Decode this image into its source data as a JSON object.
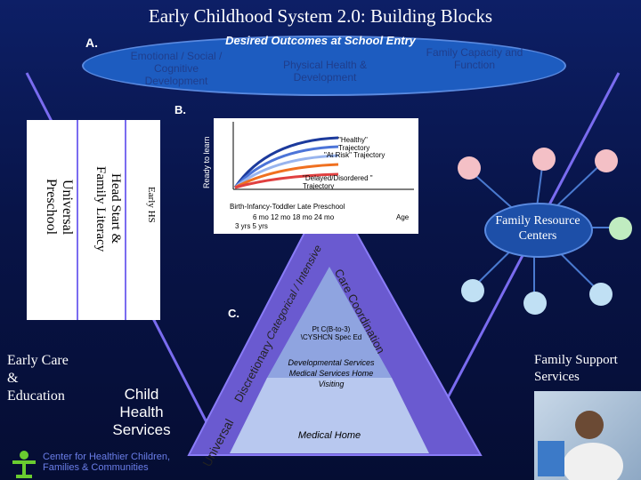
{
  "title": "Early Childhood System 2.0: Building Blocks",
  "section_labels": {
    "a": "A.",
    "b": "B.",
    "c": "C."
  },
  "outcomes": {
    "header": "Desired Outcomes at School Entry",
    "emotional": "Emotional / Social / Cognitive Development",
    "physical": "Physical Health & Development",
    "family": "Family Capacity and Function"
  },
  "pillars": {
    "universal_preschool": "Universal Preschool",
    "head_start": "Head Start & Family Literacy",
    "early_hs": "Early HS"
  },
  "chart": {
    "ylabel": "Ready to learn",
    "healthy": "\"Healthy\" Trajectory",
    "at_risk": "\"At Risk\" Trajectory",
    "delayed": "\"Delayed/Disordered \" Trajectory",
    "stages": "Birth-Infancy-Toddler    Late Preschool",
    "ages_top": "6 mo   12 mo   18 mo        24 mo",
    "ages_bottom": "3 yrs           5 yrs",
    "age_label": "Age"
  },
  "triangle": {
    "tier_care": "Care Coordination",
    "tier_categorical": "Categorical / Intensive",
    "tier_discretionary": "Discretionary",
    "tier_universal": "Universal",
    "top_text": "Pt C(B-to-3) \\CYSHCN Spec Ed",
    "middle_text": "Developmental Services Medical Services Home Visiting",
    "bottom_text": "Medical Home"
  },
  "left_labels": {
    "early_care": "Early Care & Education",
    "child_health": "Child Health Services"
  },
  "right_labels": {
    "family_resource": "Family Resource Centers",
    "family_support": "Family Support Services"
  },
  "footer": {
    "org_line1": "Center for Healthier Children,",
    "org_line2": "Families & Communities"
  },
  "colors": {
    "background": "#081448",
    "ellipse": "#1d5cc0",
    "violet_stroke": "#7a6cf0",
    "pillar_fill": "#ffffff",
    "triangle_fill": "#6a5ad0"
  }
}
